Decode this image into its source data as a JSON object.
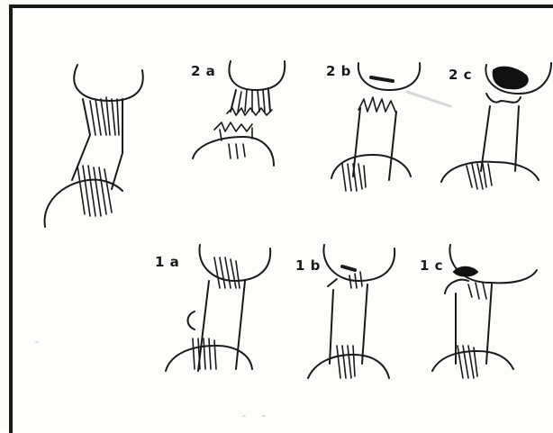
{
  "panels": [
    {
      "id": "normal",
      "label": ""
    },
    {
      "id": "2a",
      "label": "2 a"
    },
    {
      "id": "2b",
      "label": "2 b"
    },
    {
      "id": "2c",
      "label": "2 c"
    },
    {
      "id": "1a",
      "label": "1 a"
    },
    {
      "id": "1b",
      "label": "1 b"
    },
    {
      "id": "1c",
      "label": "1 c"
    }
  ],
  "colors": {
    "ink": "#1a1a1a",
    "paper": "#fdfdfb",
    "fragment": "#111111"
  }
}
